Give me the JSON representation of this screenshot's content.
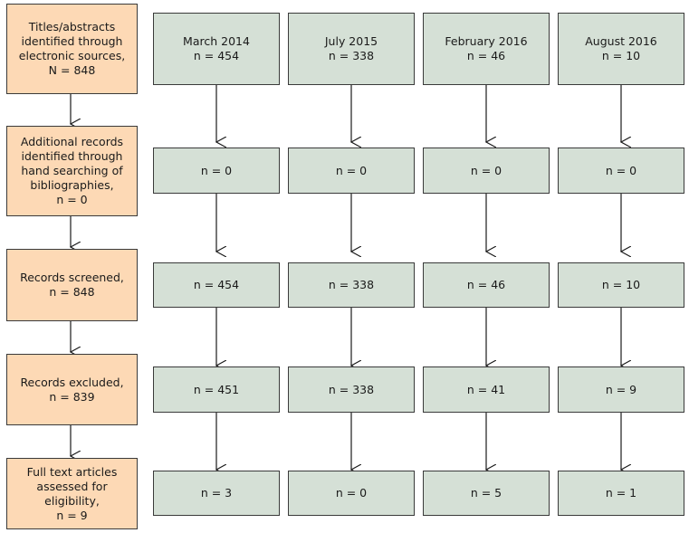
{
  "stages": [
    {
      "text": "Titles/abstracts\nidentified through\nelectronic sources,\nN = 848"
    },
    {
      "text": "Additional records\nidentified through\nhand searching of\nbibliographies,\nn = 0"
    },
    {
      "text": "Records screened,\nn = 848"
    },
    {
      "text": "Records excluded,\nn = 839"
    },
    {
      "text": "Full text articles\nassessed for\neligibility,\nn = 9"
    }
  ],
  "columns": [
    {
      "header": "March 2014\nn = 454",
      "values": [
        "n = 0",
        "n = 454",
        "n = 451",
        "n = 3"
      ]
    },
    {
      "header": "July 2015\nn = 338",
      "values": [
        "n = 0",
        "n = 338",
        "n = 338",
        "n = 0"
      ]
    },
    {
      "header": "February 2016\nn = 46",
      "values": [
        "n = 0",
        "n = 46",
        "n = 41",
        "n = 5"
      ]
    },
    {
      "header": "August 2016\nn = 10",
      "values": [
        "n = 0",
        "n = 10",
        "n = 9",
        "n = 1"
      ]
    }
  ],
  "colors": {
    "stage_fill": "#fdd9b5",
    "cell_fill": "#d5e0d6",
    "border": "#3a3a3a"
  }
}
